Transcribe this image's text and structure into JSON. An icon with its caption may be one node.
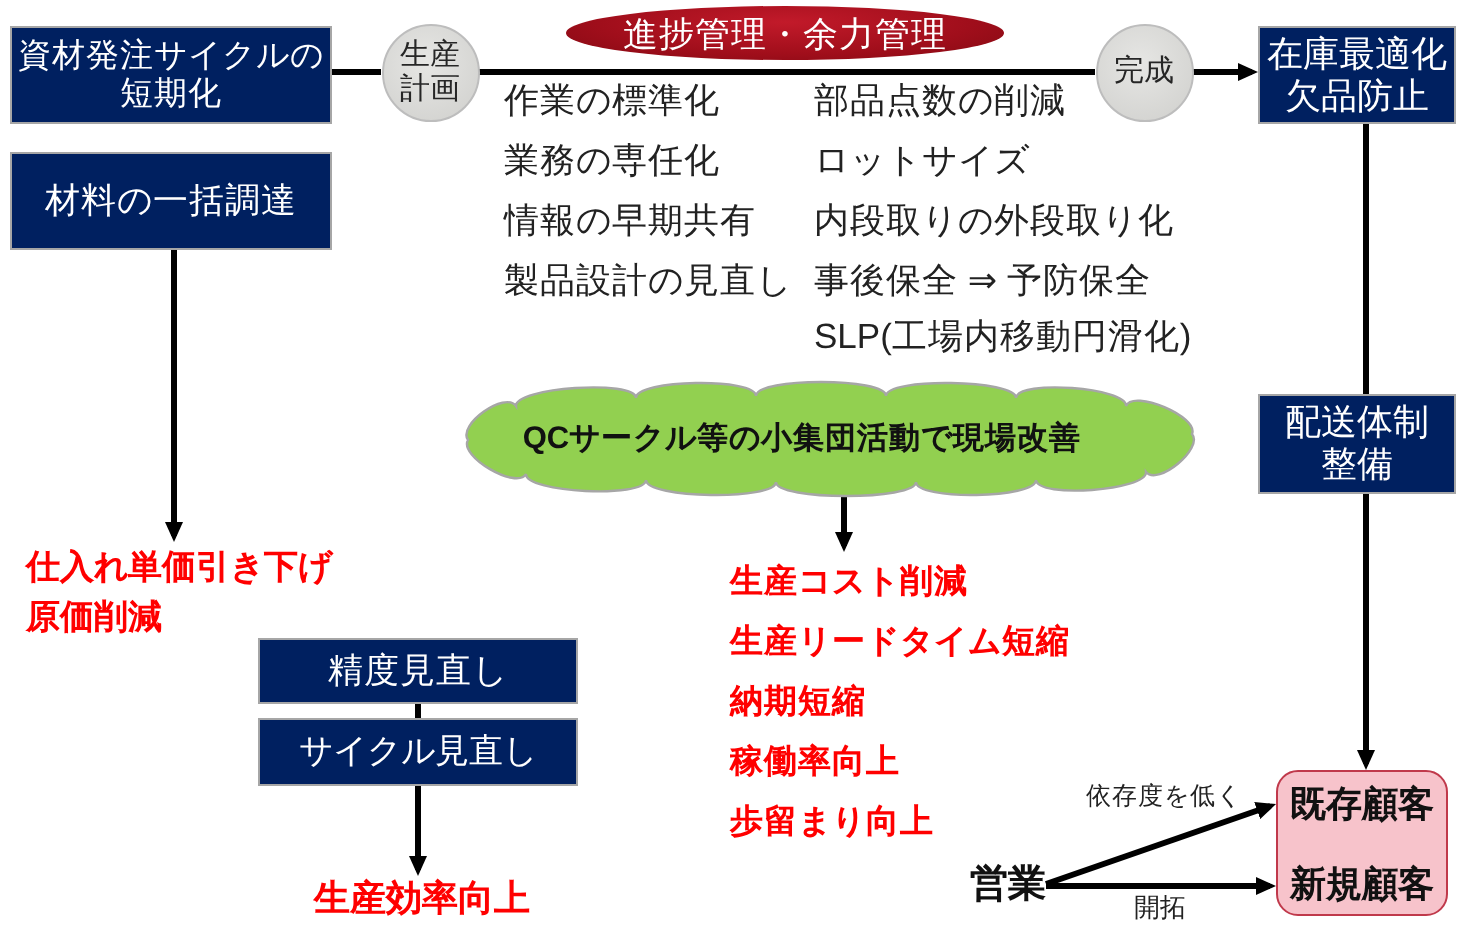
{
  "diagram": {
    "nodes": [
      {
        "text": [
          "資材発注サイクルの短期化"
        ]
      },
      {
        "text": [
          "生産計画"
        ]
      },
      {
        "text": [
          "進捗管理・余力管理"
        ]
      },
      {
        "text": [
          "完成"
        ]
      },
      {
        "text": [
          "在庫最適化",
          "欠品防止"
        ]
      },
      {
        "text": [
          "材料の一括調達"
        ]
      },
      {
        "text": [
          "QCサークル等の小集団活動で現場改善"
        ]
      },
      {
        "text": [
          "配送体制整備"
        ]
      },
      {
        "text": [
          "仕入れ単価引き下げ",
          "原価削減"
        ]
      },
      {
        "text": [
          "生産コスト削減",
          "生産リードタイム短縮",
          "納期短縮",
          "稼働率向上",
          "歩留まり向上"
        ]
      },
      {
        "text": [
          "精度見直し"
        ]
      },
      {
        "text": [
          "サイクル見直し"
        ]
      },
      {
        "text": [
          "既存顧客",
          "新規顧客"
        ]
      },
      {
        "text": [
          "営業"
        ]
      },
      {
        "text": [
          "生産効率向上"
        ]
      }
    ],
    "edges": [
      {
        "from": 0,
        "to": 1,
        "arrow": "none"
      },
      {
        "from": 1,
        "to": 3,
        "arrow": "none"
      },
      {
        "from": 3,
        "to": 4,
        "arrow": "to"
      },
      {
        "from": 5,
        "to": 8,
        "arrow": "to"
      },
      {
        "from": 6,
        "to": 9,
        "arrow": "to"
      },
      {
        "from": 4,
        "to": 7,
        "arrow": "none"
      },
      {
        "from": 7,
        "to": 12,
        "arrow": "to"
      },
      {
        "from": 10,
        "to": 11,
        "arrow": "none"
      },
      {
        "from": 11,
        "to": 14,
        "arrow": "to"
      },
      {
        "from": 13,
        "to": 12,
        "arrow": "to",
        "label": "依存度を低く"
      },
      {
        "from": 13,
        "to": 12,
        "arrow": "to",
        "label": "開拓"
      }
    ],
    "labels": [
      "作業の標準化",
      "業務の専任化",
      "情報の早期共有",
      "製品設計の見直し",
      "部品点数の削減",
      "ロットサイズ",
      "内段取りの外段取り化",
      "事後保全 ⇒ 予防保全",
      "SLP(工場内移動円滑化)"
    ]
  }
}
